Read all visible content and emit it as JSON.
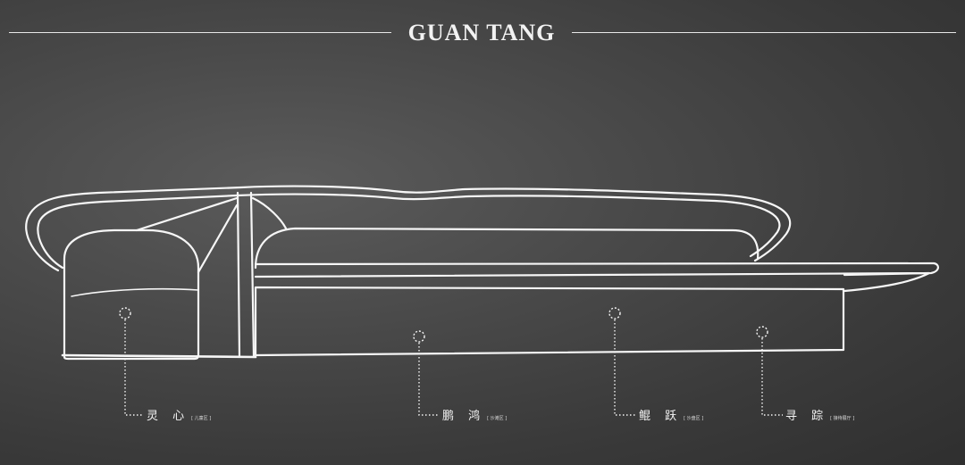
{
  "header": {
    "title": "GUAN TANG"
  },
  "hotspots": [
    {
      "name": "灵 心",
      "sub": "[ 儿童区 ]"
    },
    {
      "name": "鹏 鸿",
      "sub": "[ 沙滩区 ]"
    },
    {
      "name": "鲲 跃",
      "sub": "[ 沙盘区 ]"
    },
    {
      "name": "寻 踪",
      "sub": "[ 接待展厅 ]"
    }
  ],
  "colors": {
    "background": "#444444",
    "line": "#ffffff"
  }
}
